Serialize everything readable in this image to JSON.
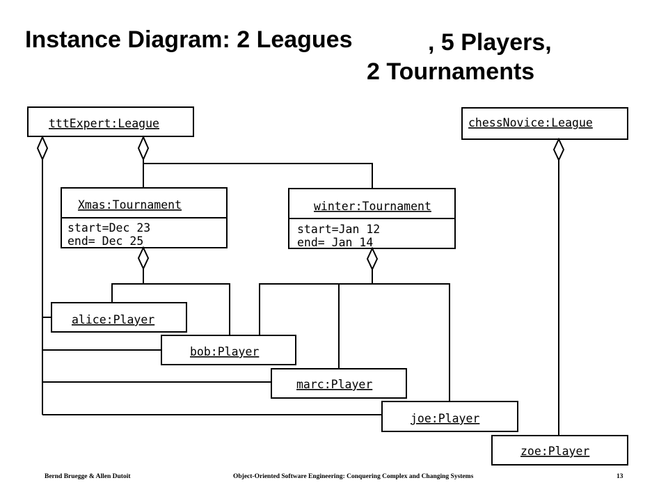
{
  "title": {
    "line1": "Instance Diagram: 2 Leagues",
    "line1b": ", 5 Players,",
    "line2": "2 Tournaments"
  },
  "leagues": {
    "ttt": "tttExpert:League",
    "chess": "chessNovice:League"
  },
  "tournaments": {
    "xmas": {
      "name": "Xmas:Tournament",
      "start": "start=Dec 23",
      "end": "end= Dec 25"
    },
    "winter": {
      "name": "winter:Tournament",
      "start": "start=Jan 12",
      "end": "end= Jan 14"
    }
  },
  "players": {
    "alice": "alice:Player",
    "bob": "bob:Player",
    "marc": "marc:Player",
    "joe": "joe:Player",
    "zoe": "zoe:Player"
  },
  "footer": {
    "left": "Bernd Bruegge & Allen Dutoit",
    "center": "Object-Oriented Software Engineering: Conquering Complex and Changing Systems",
    "right": "13"
  }
}
